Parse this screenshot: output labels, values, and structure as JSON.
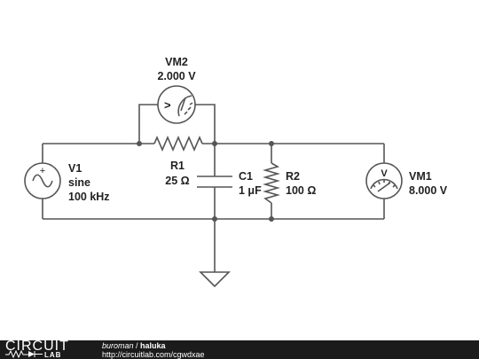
{
  "components": {
    "vm2": {
      "name": "VM2",
      "reading": "2.000 V",
      "symbol": ">"
    },
    "v1": {
      "name": "V1",
      "type": "sine",
      "frequency": "100 kHz",
      "plus": "+"
    },
    "r1": {
      "name": "R1",
      "value": "25 Ω"
    },
    "c1": {
      "name": "C1",
      "value": "1 μF"
    },
    "r2": {
      "name": "R2",
      "value": "100 Ω"
    },
    "vm1": {
      "name": "VM1",
      "reading": "8.000 V",
      "symbol": "V"
    }
  },
  "footer": {
    "logo_word": "CIRCUIT",
    "logo_sub": "LAB",
    "author": "buroman",
    "separator": " / ",
    "circuit_name": "haluka",
    "url": "http://circuitlab.com/cgwdxae"
  }
}
